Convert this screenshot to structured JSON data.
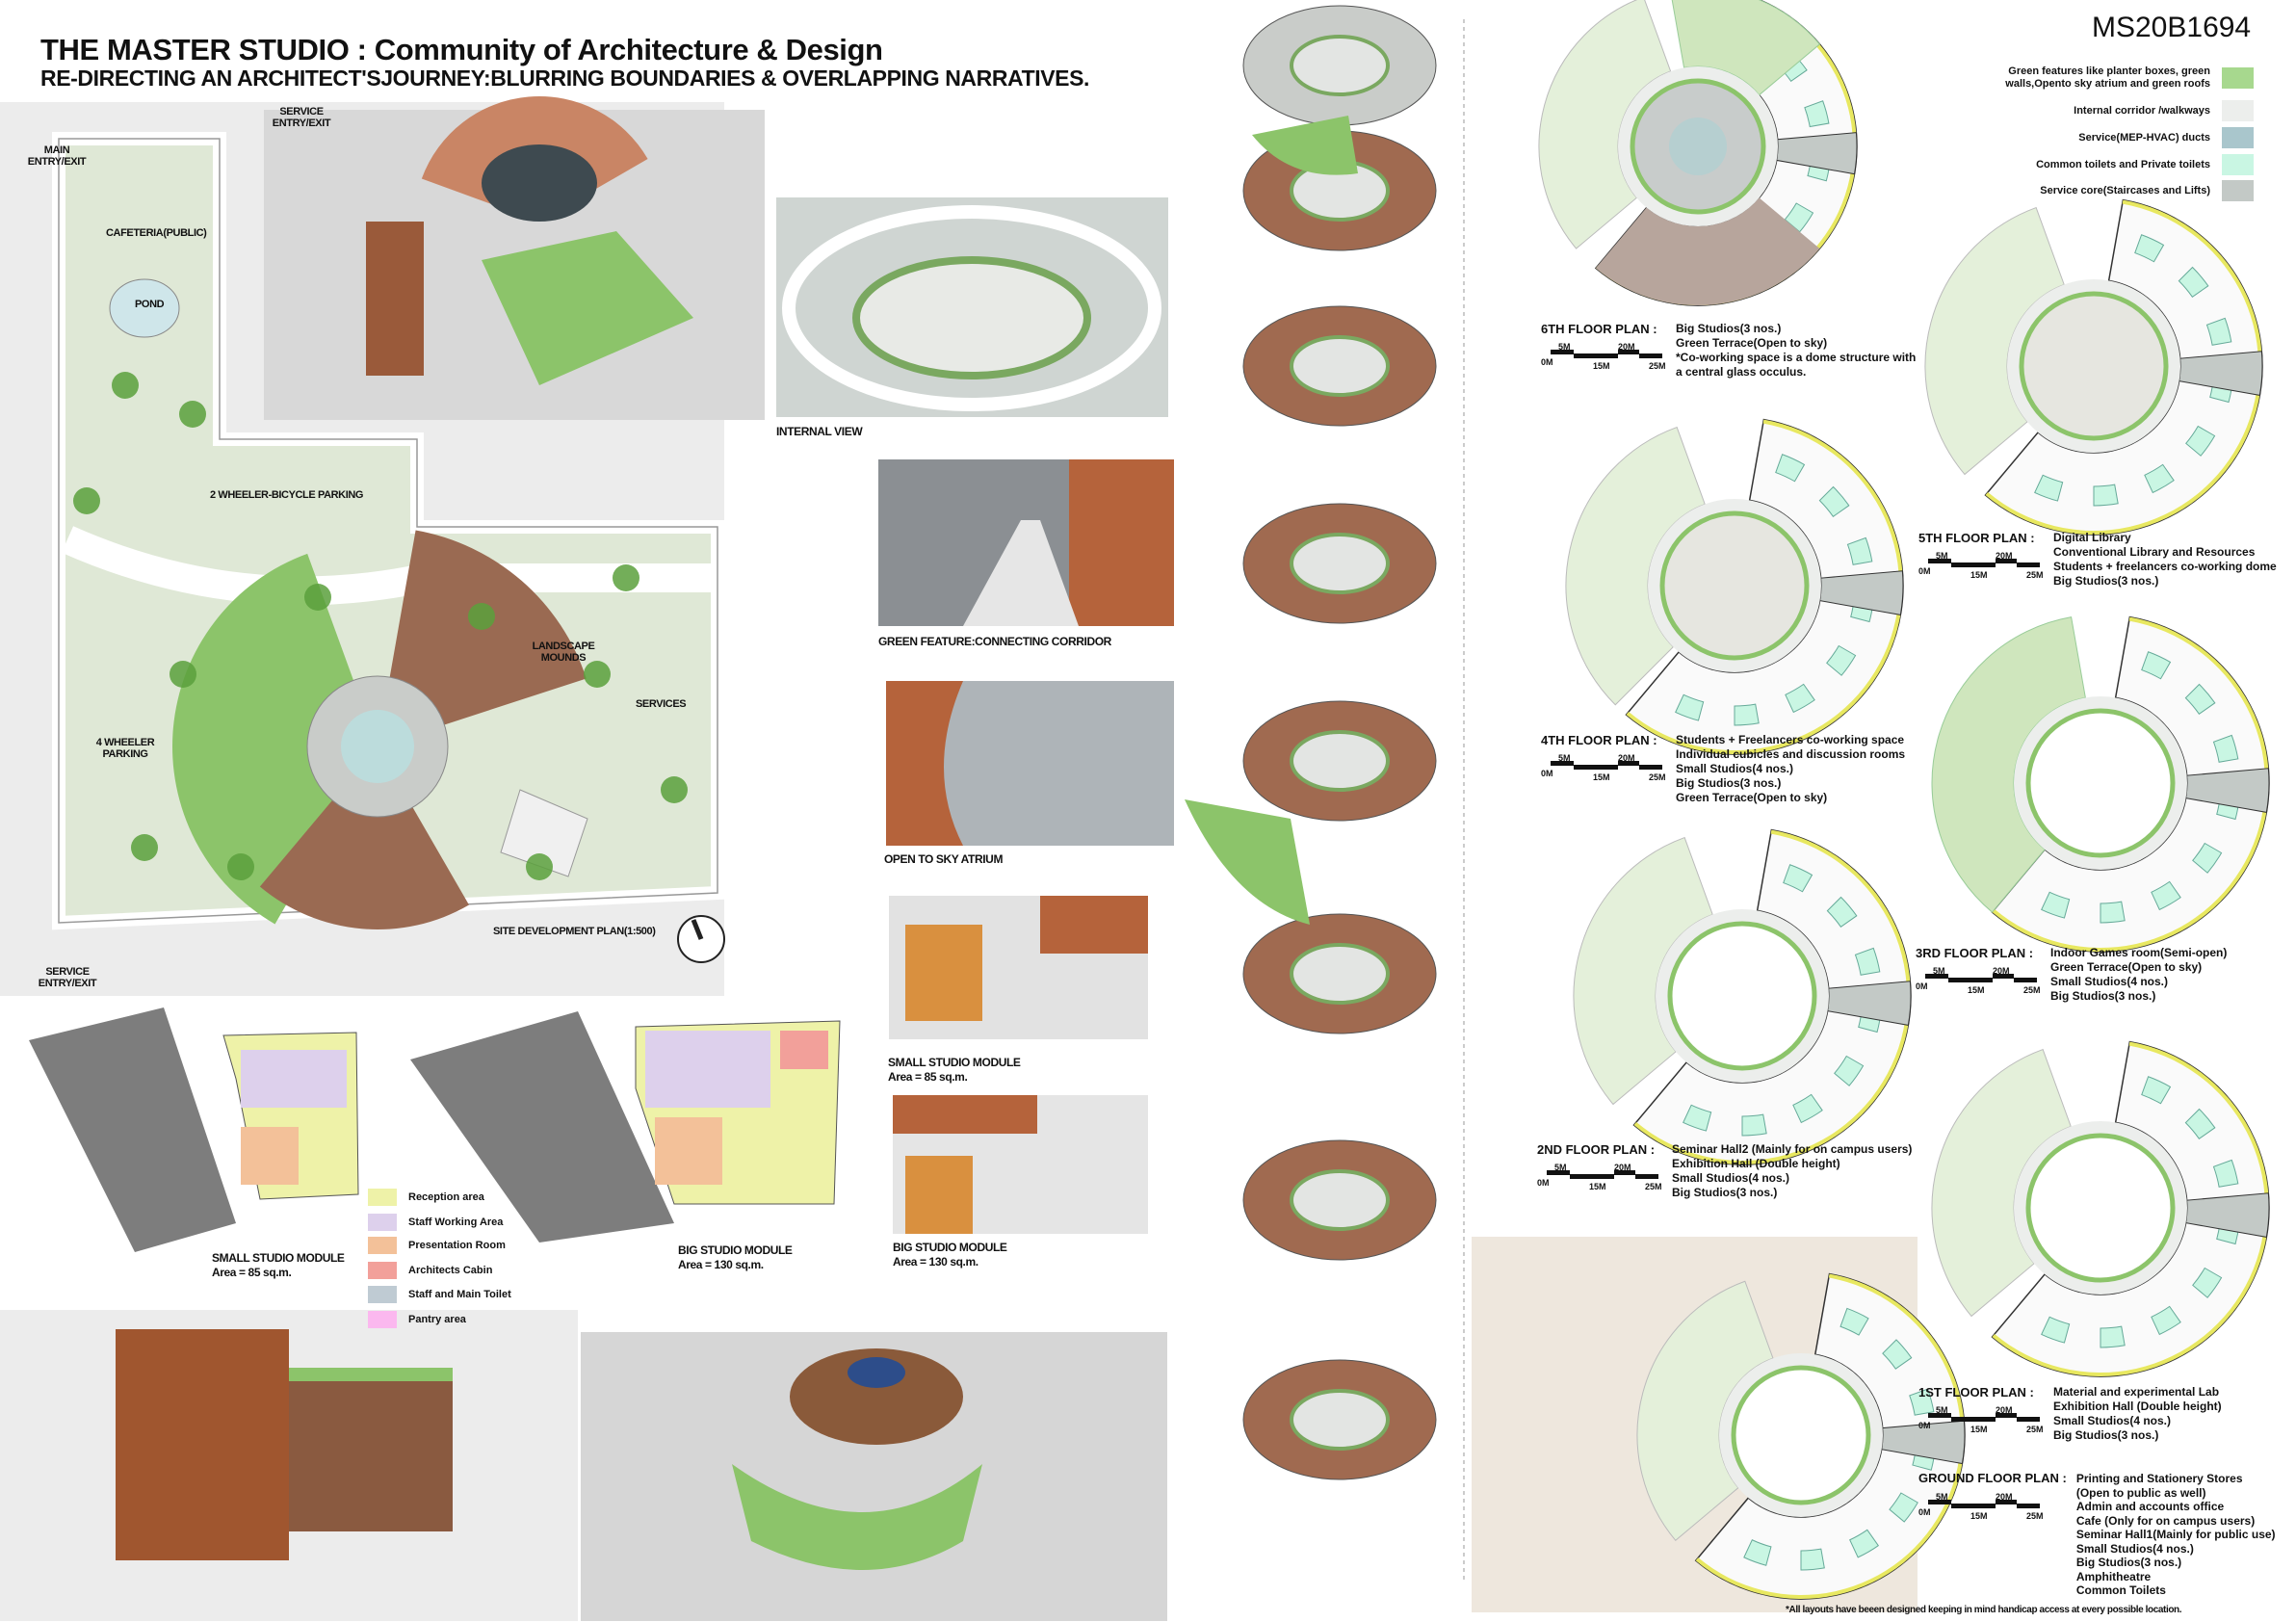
{
  "header": {
    "title": "THE MASTER STUDIO : Community of Architecture & Design",
    "subtitle": "RE-DIRECTING AN ARCHITECT'SJOURNEY:BLURRING BOUNDARIES & OVERLAPPING NARRATIVES.",
    "project_id": "MS20B1694"
  },
  "site_plan": {
    "caption": "SITE DEVELOPMENT PLAN(1:500)",
    "labels": {
      "main_entry": "MAIN ENTRY/EXIT",
      "service_entry_top": "SERVICE ENTRY/EXIT",
      "service_entry_bottom": "SERVICE ENTRY/EXIT",
      "cafeteria": "CAFETERIA(PUBLIC)",
      "pond": "POND",
      "bike_parking": "2 WHEELER-BICYCLE PARKING",
      "landscape": "LANDSCAPE MOUNDS",
      "services": "SERVICES",
      "car_parking": "4 WHEELER PARKING"
    }
  },
  "views": {
    "internal": "INTERNAL VIEW",
    "corridor": "GREEN FEATURE:CONNECTING CORRIDOR",
    "atrium": "OPEN TO SKY ATRIUM",
    "small_module_title": "SMALL STUDIO MODULE",
    "small_module_area": "Area = 85 sq.m.",
    "big_module_title": "BIG STUDIO MODULE",
    "big_module_area": "Area = 130 sq.m."
  },
  "modules": {
    "small_title": "SMALL STUDIO MODULE",
    "small_area": "Area = 85 sq.m.",
    "big_title": "BIG STUDIO MODULE",
    "big_area": "Area = 130 sq.m.",
    "legend": [
      {
        "label": "Reception area",
        "color": "#eef2a8"
      },
      {
        "label": "Staff Working Area",
        "color": "#ddd0ec"
      },
      {
        "label": "Presentation Room",
        "color": "#f3c199"
      },
      {
        "label": "Architects Cabin",
        "color": "#f2a09a"
      },
      {
        "label": "Staff and Main Toilet",
        "color": "#bfcbd3"
      },
      {
        "label": "Pantry area",
        "color": "#fbb8ef"
      }
    ]
  },
  "legend": [
    {
      "label": "Green features like planter boxes, green walls,Opento sky atrium and green roofs",
      "color": "#a7d88e"
    },
    {
      "label": "Internal corridor /walkways",
      "color": "#eceeec"
    },
    {
      "label": "Service(MEP-HVAC) ducts",
      "color": "#a9c6cc"
    },
    {
      "label": "Common toilets and Private toilets",
      "color": "#c9f6e3"
    },
    {
      "label": "Service core(Staircases and Lifts)",
      "color": "#c3c9c6"
    }
  ],
  "scale_bar": {
    "m0": "0M",
    "m5": "5M",
    "m15": "15M",
    "m20": "20M",
    "m25": "25M"
  },
  "floor_plans": [
    {
      "name": "6TH FLOOR PLAN :",
      "items": [
        "Big Studios(3 nos.)",
        "Green Terrace(Open to sky)",
        "*Co-working space is a dome structure with",
        " a central glass occulus."
      ]
    },
    {
      "name": "5TH FLOOR PLAN :",
      "items": [
        "Digital Library",
        "Conventional Library and Resources",
        "Students + freelancers co-working dome",
        "Big Studios(3 nos.)"
      ]
    },
    {
      "name": "4TH FLOOR PLAN :",
      "items": [
        "Students + Freelancers co-working space",
        "Individual cubicles and discussion rooms",
        "Small Studios(4 nos.)",
        "Big Studios(3 nos.)",
        "Green Terrace(Open to sky)"
      ]
    },
    {
      "name": "3RD FLOOR PLAN :",
      "items": [
        "Indoor Games room(Semi-open)",
        "Green Terrace(Open to sky)",
        "Small Studios(4 nos.)",
        "Big Studios(3 nos.)"
      ]
    },
    {
      "name": "2ND FLOOR PLAN :",
      "items": [
        "Seminar Hall2 (Mainly for on campus users)",
        "Exhibition Hall (Double height)",
        "Small Studios(4 nos.)",
        "Big Studios(3 nos.)"
      ]
    },
    {
      "name": "1ST FLOOR PLAN :",
      "items": [
        "Material and experimental Lab",
        "Exhibition Hall (Double height)",
        "Small Studios(4 nos.)",
        "Big Studios(3 nos.)"
      ]
    },
    {
      "name": "GROUND FLOOR PLAN :",
      "items": [
        "Printing and Stationery Stores",
        "(Open to public as well)",
        "Admin and accounts office",
        "Cafe (Only for on campus users)",
        "Seminar Hall1(Mainly for public use)",
        "Small Studios(4 nos.)",
        "Big Studios(3 nos.)",
        "Amphitheatre",
        "Common Toilets"
      ]
    }
  ],
  "footnote": "*All layouts have beeen designed keeping in mind handicap access at every possible location.",
  "colors": {
    "brown": "#9a6a52",
    "green": "#8cc46a",
    "pale_green": "#e4f0da",
    "ring": "#d9dcd8",
    "pool": "#bcdcdc",
    "brick": "#b5633b"
  }
}
